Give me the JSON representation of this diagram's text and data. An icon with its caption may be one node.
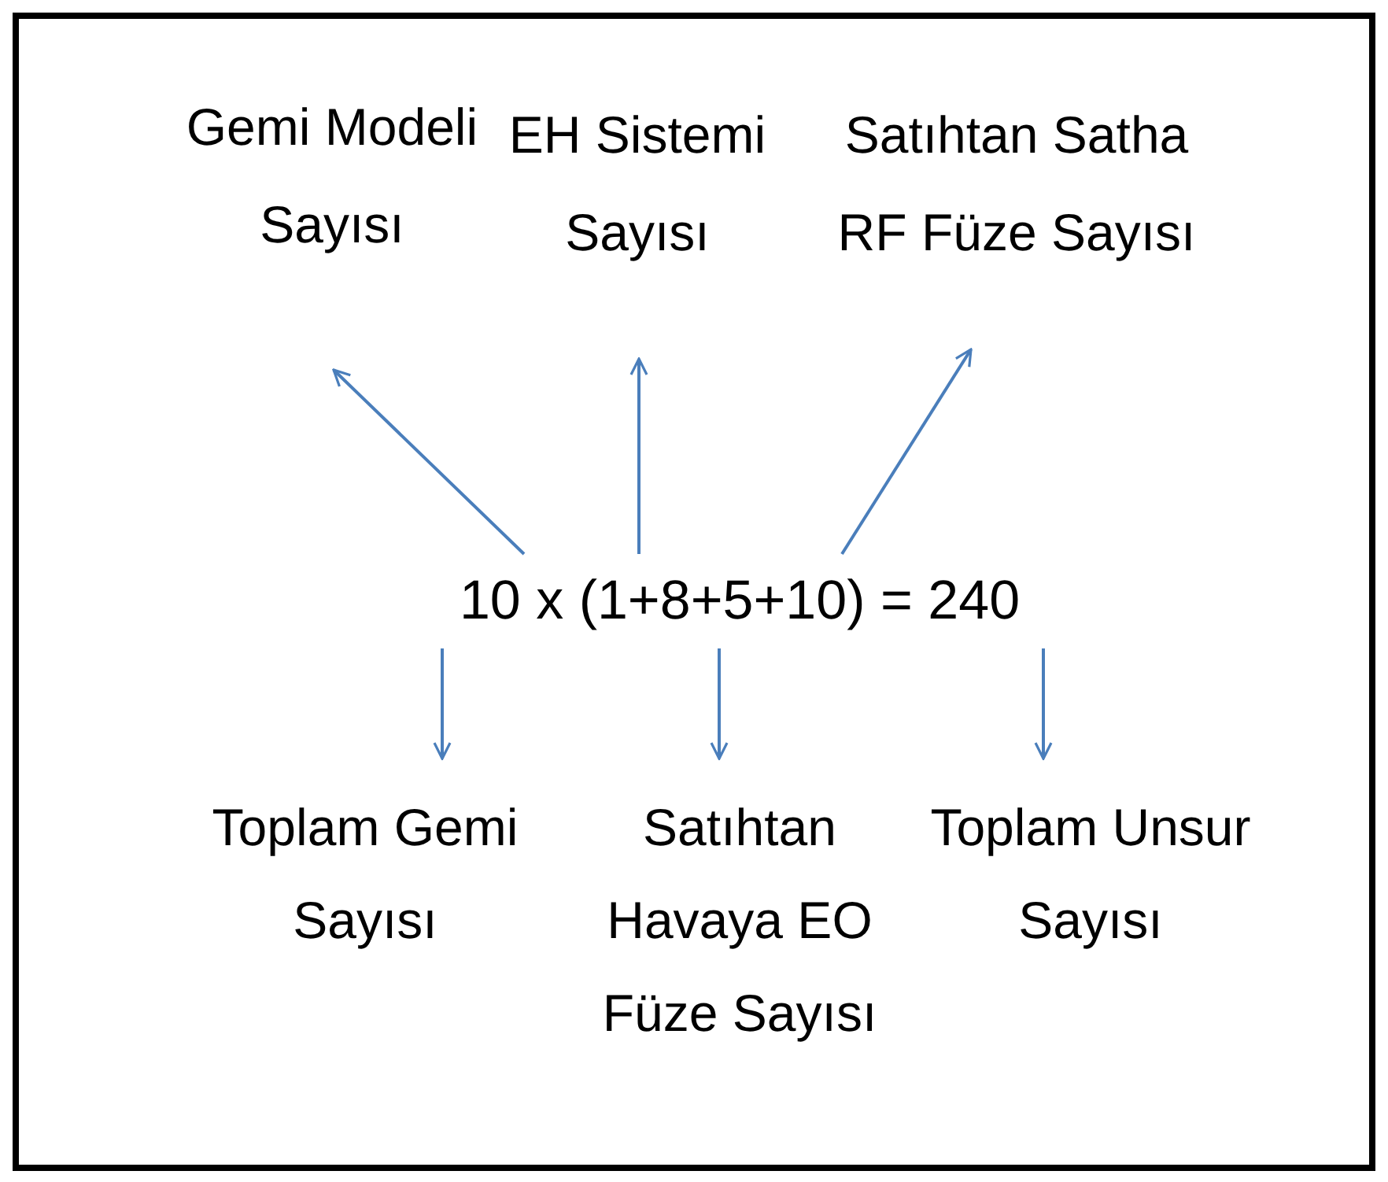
{
  "diagram": {
    "nodes": [
      {
        "text": [
          "Gemi Modeli Sayısı"
        ]
      },
      {
        "text": [
          "EH Sistemi Sayısı"
        ]
      },
      {
        "text": [
          "Satıhtan Satha RF Füze Sayısı"
        ]
      },
      {
        "text": [
          "10 x (1+8+5+10) = 240"
        ]
      },
      {
        "text": [
          "Toplam Gemi Sayısı"
        ]
      },
      {
        "text": [
          "Satıhtan Havaya EO Füze Sayısı"
        ]
      },
      {
        "text": [
          "Toplam Unsur Sayısı"
        ]
      }
    ],
    "edges": [
      {
        "from": 3,
        "to": 0,
        "arrow": "to"
      },
      {
        "from": 3,
        "to": 1,
        "arrow": "to"
      },
      {
        "from": 3,
        "to": 2,
        "arrow": "to"
      },
      {
        "from": 3,
        "to": 4,
        "arrow": "to"
      },
      {
        "from": 3,
        "to": 5,
        "arrow": "to"
      },
      {
        "from": 3,
        "to": 6,
        "arrow": "to"
      }
    ]
  }
}
